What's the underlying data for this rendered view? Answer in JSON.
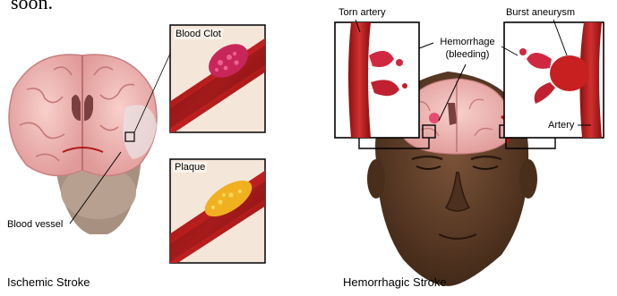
{
  "top_fragment": "soon.",
  "ischemic": {
    "caption": "Ischemic Stroke",
    "labels": {
      "blood_vessel": "Blood vessel",
      "blood_clot": "Blood Clot",
      "plaque": "Plaque"
    }
  },
  "hemorrhagic": {
    "caption": "Hemorrhagic Stroke",
    "labels": {
      "torn_artery": "Torn artery",
      "burst_aneurysm": "Burst aneurysm",
      "hemorrhage_line1": "Hemorrhage",
      "hemorrhage_line2": "(bleeding)",
      "artery": "Artery"
    }
  },
  "colors": {
    "brain": "#f0b4b4",
    "brain_fold": "#d88a8a",
    "blood": "#b01818",
    "clot": "#cc2a5a",
    "plaque": "#f0b020",
    "skin": "#5a3a28",
    "frame": "#000000"
  }
}
